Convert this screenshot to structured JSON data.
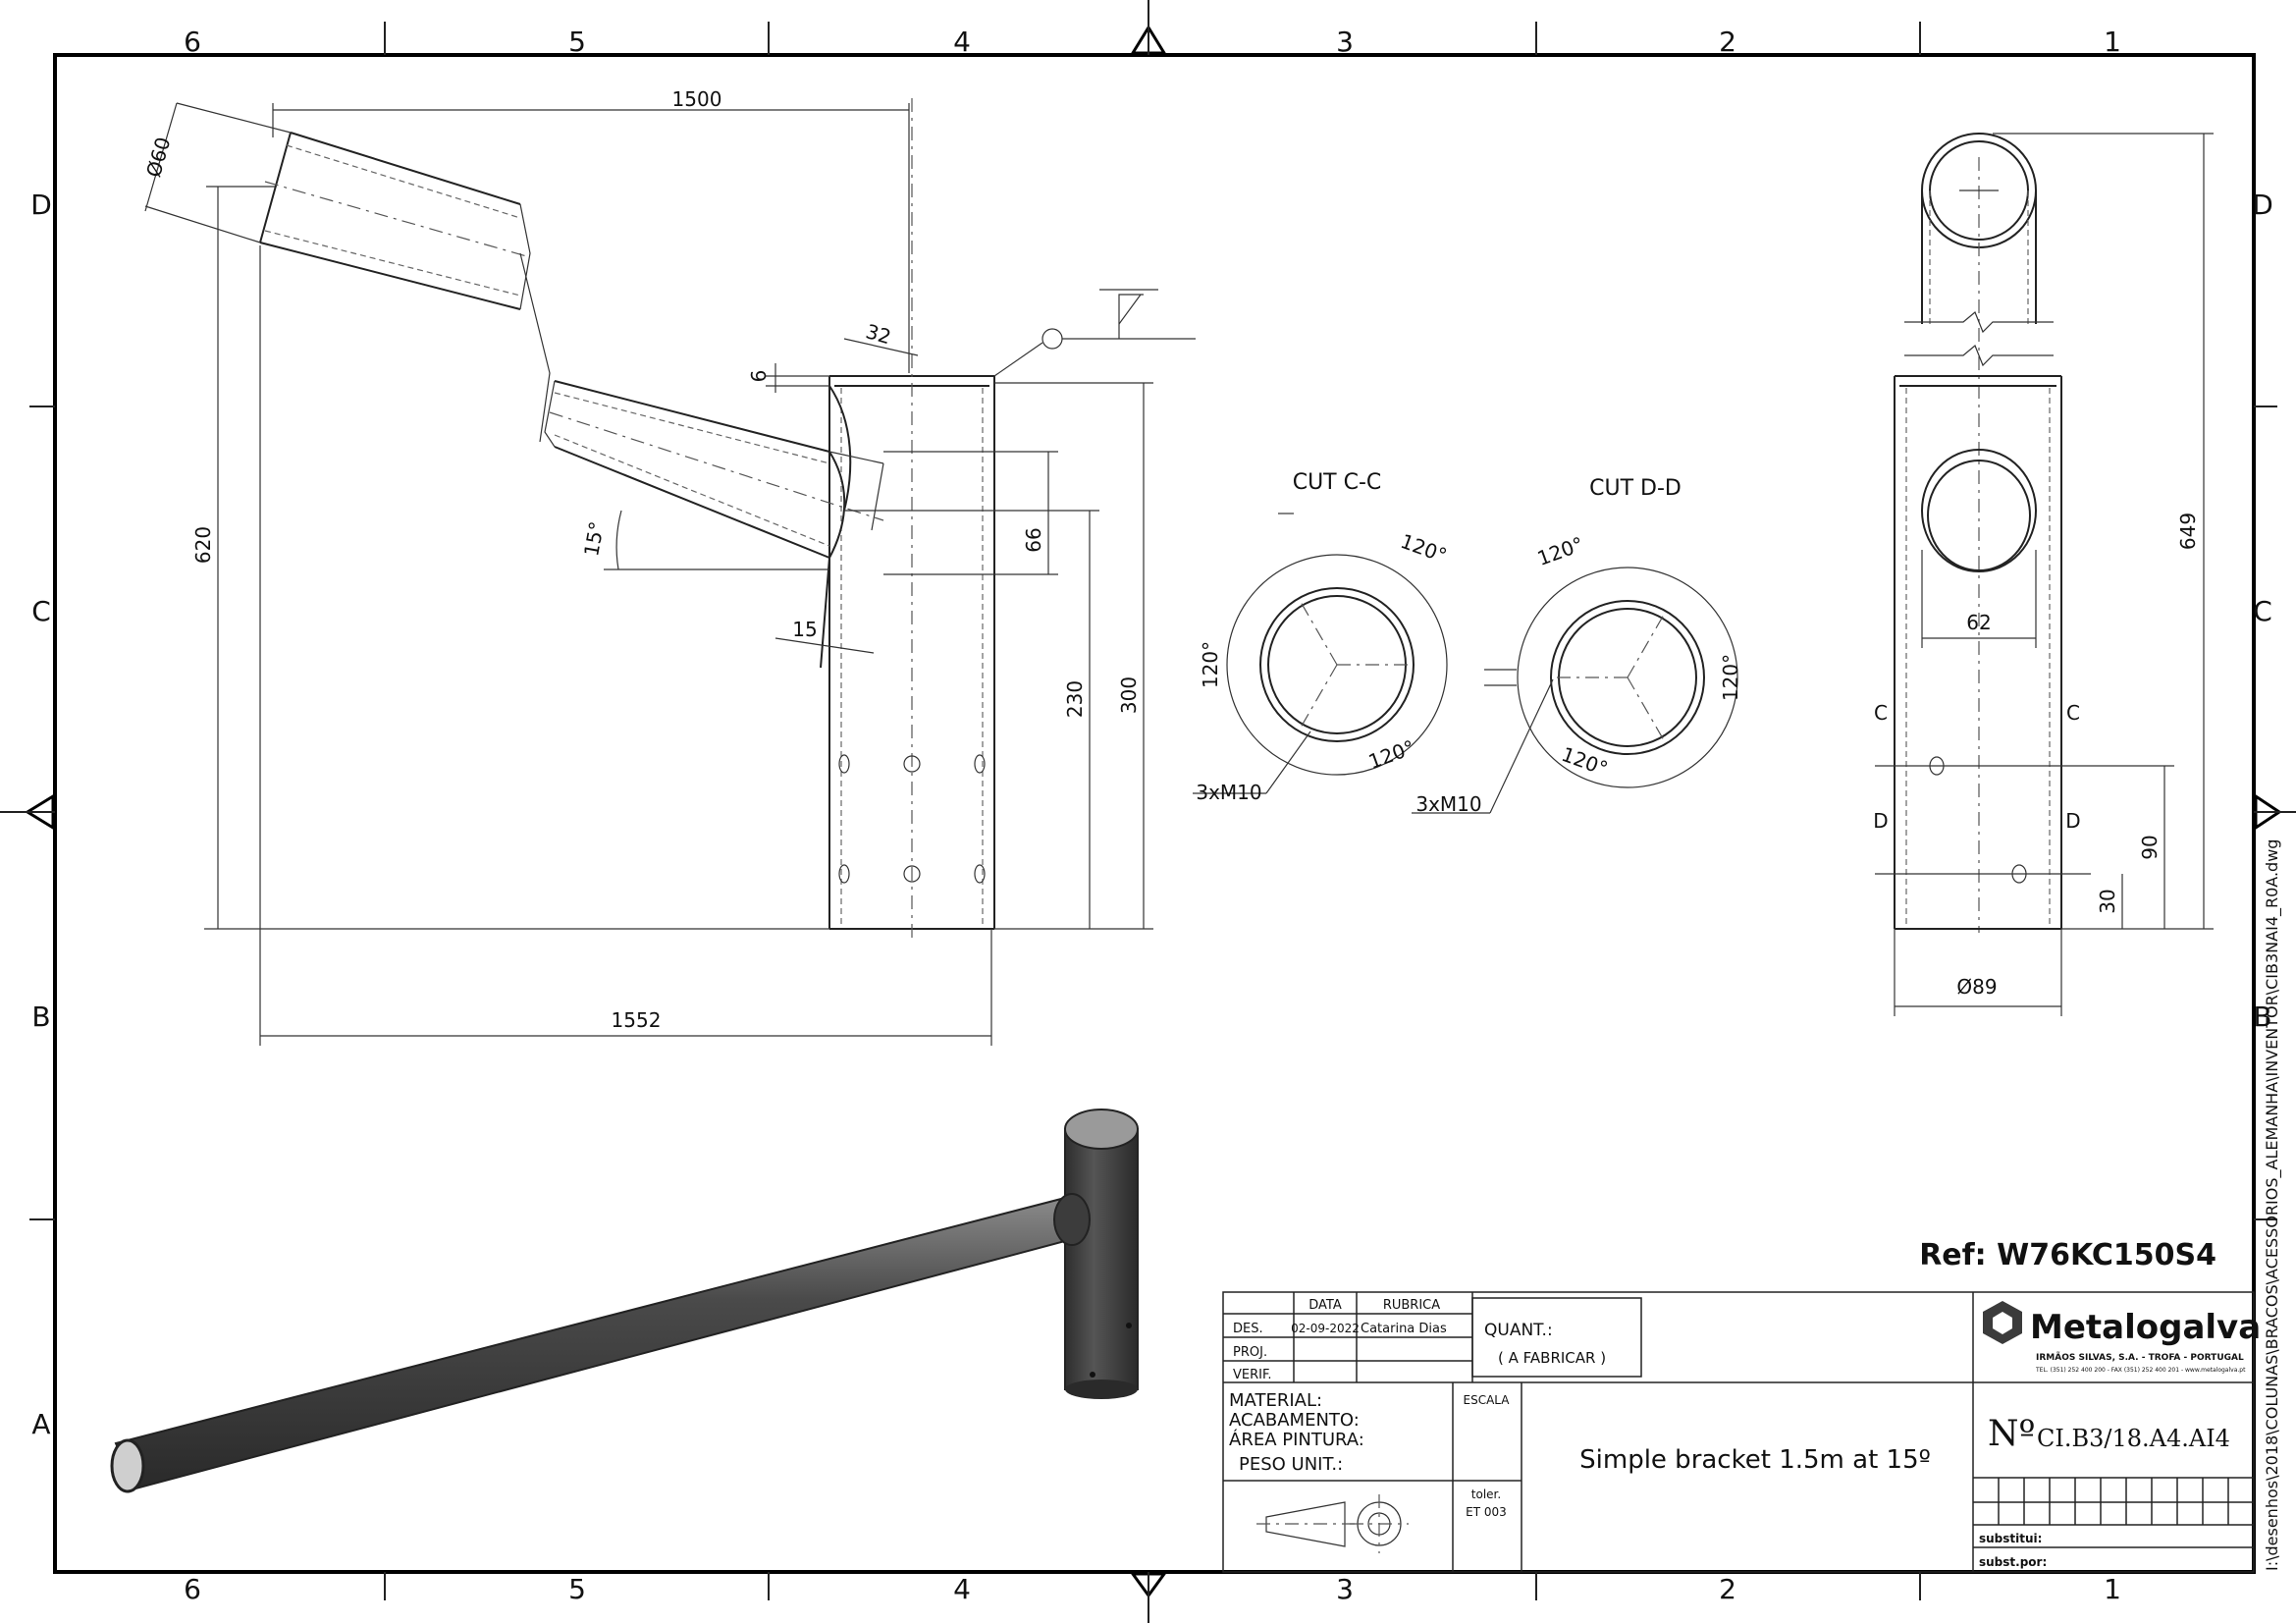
{
  "border": {
    "columns": [
      "6",
      "5",
      "4",
      "3",
      "2",
      "1"
    ],
    "rows": [
      "D",
      "C",
      "B",
      "A"
    ]
  },
  "views": {
    "front": {
      "dim_length": "1500",
      "dim_diameter": "Ø60",
      "dim_height_arm": "620",
      "dim_lip": "6",
      "dim_chamfer": "32",
      "dim_angle": "15°",
      "dim_offset": "15",
      "dim_66": "66",
      "dim_230": "230",
      "dim_300": "300",
      "dim_total": "1552"
    },
    "cut_c": {
      "title": "CUT C-C",
      "angle_a": "120°",
      "angle_b": "120°",
      "angle_c": "120°",
      "thread": "3xM10"
    },
    "cut_d": {
      "title": "CUT D-D",
      "angle_a": "120°",
      "angle_b": "120°",
      "angle_c": "120°",
      "thread": "3xM10"
    },
    "side": {
      "dim_height": "649",
      "dim_62": "62",
      "dim_90": "90",
      "dim_30": "30",
      "dim_diameter": "Ø89",
      "section_c": "C",
      "section_d": "D"
    }
  },
  "title_block": {
    "reference": "Ref: W76KC150S4",
    "col_date": "DATA",
    "col_signature": "RUBRICA",
    "row_des": "DES.",
    "row_proj": "PROJ.",
    "row_verif": "VERIF.",
    "des_date": "02-09-2022",
    "des_name": "Catarina Dias",
    "quant_label": "QUANT.:",
    "quant_value": "( A FABRICAR )",
    "material": "MATERIAL:",
    "finish": "ACABAMENTO:",
    "paint_area": "ÁREA PINTURA:",
    "unit_weight": "PESO UNIT.:",
    "scale": "ESCALA",
    "tolerance": "toler.",
    "tolerance_std": "ET 003",
    "title": "Simple bracket 1.5m at 15º",
    "number_label": "Nº",
    "number_value": "CI.B3/18.A4.AI4",
    "substitutes": "substitui:",
    "substituted_by": "subst.por:",
    "company": "Metalogalva",
    "company_sub": "IRMÃOS SILVAS, S.A. - TROFA - PORTUGAL",
    "company_contact": "TEL. (351) 252 400 200 - FAX (351) 252 400 201 - www.metalogalva.pt"
  },
  "file_path": "I:\\desenhos\\2018\\COLUNAS\\BRACOS\\ACESSORIOS_ALEMANHA\\INVENTOR\\CIB3NAI4_R0A.dwg",
  "colors": {
    "line": "#222222",
    "render_dark": "#3a3a3a",
    "render_light": "#8a8a8a"
  }
}
